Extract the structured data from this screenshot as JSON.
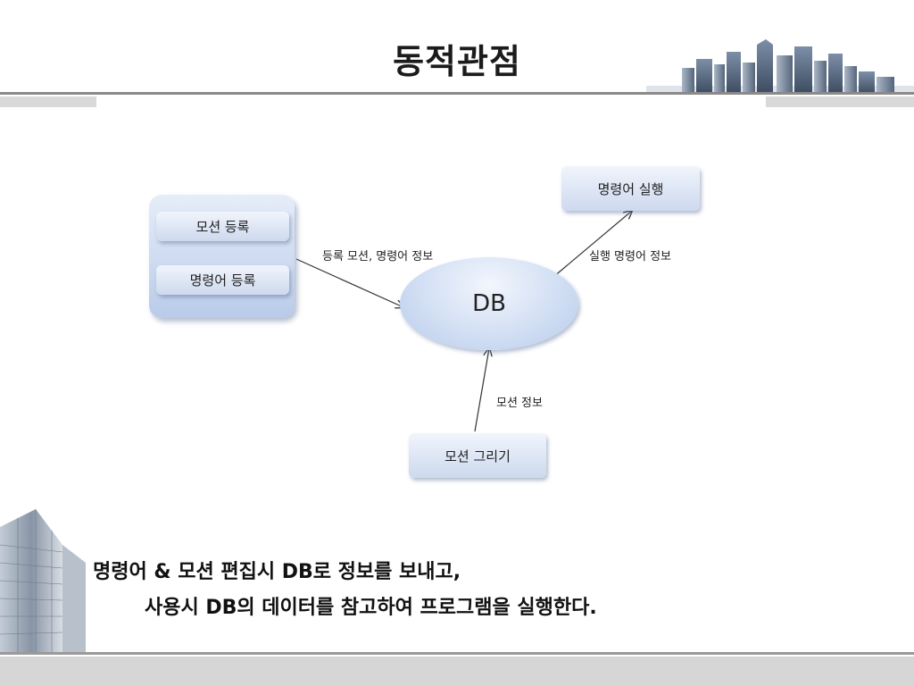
{
  "title": "동적관점",
  "diagram": {
    "group_items": [
      "모션 등록",
      "명령어 등록"
    ],
    "db": "DB",
    "execute_box": "명령어 실행",
    "draw_box": "모션 그리기",
    "edge_register": "등록 모션, 명령어 정보",
    "edge_execute": "실행 명령어 정보",
    "edge_motion": "모션 정보"
  },
  "note": {
    "line1": "명령어 & 모션 편집시 DB로 정보를 보내고,",
    "line2": "사용시 DB의 데이터를 참고하여 프로그램을 실행한다."
  }
}
